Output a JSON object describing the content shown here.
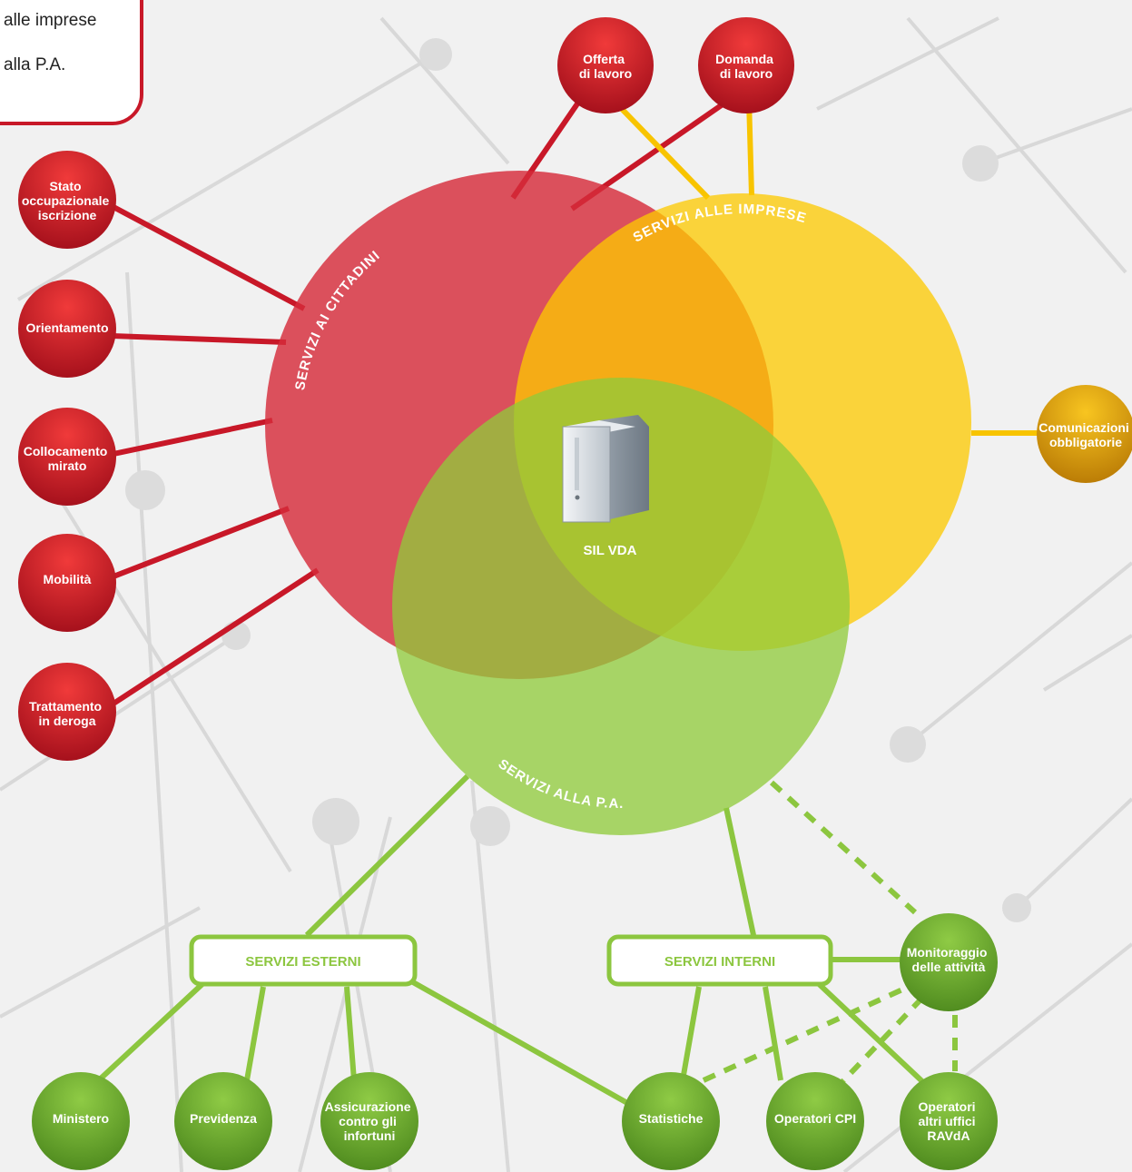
{
  "legend": {
    "items": [
      "alle imprese",
      "alla P.A."
    ]
  },
  "core": {
    "label": "SIL VDA",
    "icon": "server-icon"
  },
  "circles": {
    "cittadini": "SERVIZI AI CITTADINI",
    "imprese": "SERVIZI ALLE IMPRESE",
    "pa": "SERVIZI ALLA P.A."
  },
  "citizen_nodes": [
    [
      "Stato",
      "occupazionale",
      "iscrizione"
    ],
    [
      "Orientamento"
    ],
    [
      "Collocamento",
      "mirato"
    ],
    [
      "Mobilità"
    ],
    [
      "Trattamento",
      "in deroga"
    ]
  ],
  "labour_nodes": [
    [
      "Offerta",
      "di lavoro"
    ],
    [
      "Domanda",
      "di lavoro"
    ]
  ],
  "business_node": [
    "Comunicazioni",
    "obbligatorie"
  ],
  "boxes": {
    "external": "SERVIZI ESTERNI",
    "internal": "SERVIZI INTERNI"
  },
  "monitoring_node": [
    "Monitoraggio",
    "delle attività"
  ],
  "external_nodes": [
    [
      "Ministero"
    ],
    [
      "Previdenza"
    ],
    [
      "Assicurazione",
      "contro gli",
      "infortuni"
    ]
  ],
  "internal_nodes": [
    [
      "Statistiche"
    ],
    [
      "Operatori CPI"
    ],
    [
      "Operatori",
      "altri uffici",
      "RAVdA"
    ]
  ],
  "colors": {
    "red": "#c81828",
    "yellow": "#f8c400",
    "green": "#8cc63f",
    "circle_red": "#d9404c",
    "circle_yellow": "#fdce2a",
    "circle_green": "#96cd50"
  }
}
